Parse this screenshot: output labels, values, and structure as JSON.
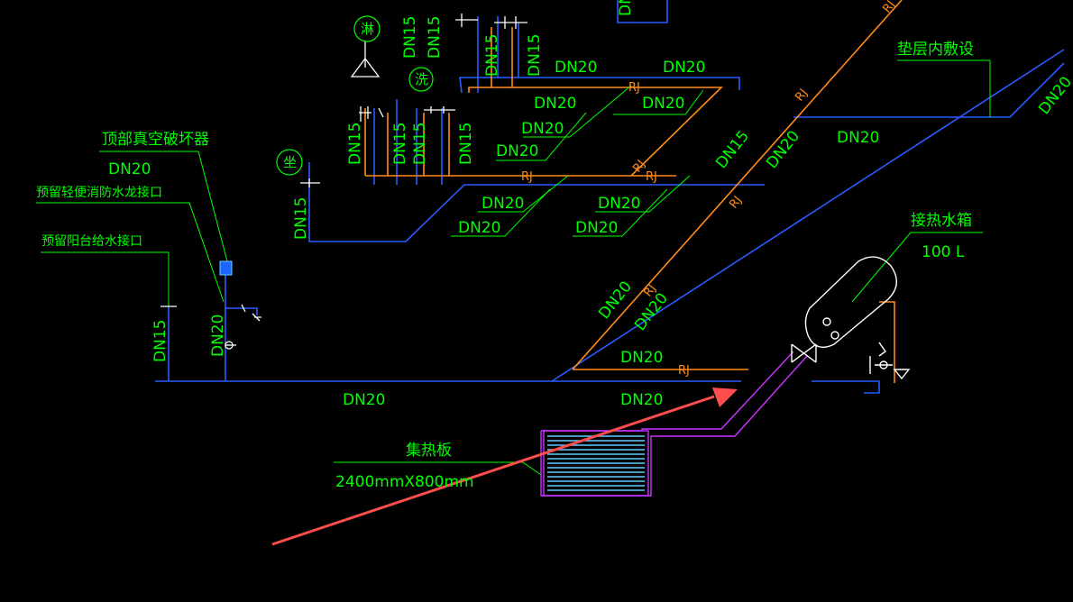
{
  "pipe_labels": {
    "dn15": "DN15",
    "dn20": "DN20",
    "rj": "RJ"
  },
  "annotations": {
    "vacuum_breaker": "顶部真空破坏器",
    "reserved_fire_interface": "预留轻便消防水龙接口",
    "reserved_balcony_supply": "预留阳台给水接口",
    "floor_embedded": "垫层内敷设",
    "heat_tank": "接热水箱",
    "tank_volume": "100 L",
    "collector": "集热板",
    "collector_size": "2400mmX800mm"
  },
  "fixture_symbols": {
    "shower": "淋",
    "wash": "洗",
    "toilet": "坐"
  },
  "colors": {
    "background": "#000000",
    "cold_pipe": "#2a5cff",
    "hot_pipe": "#ff8c1a",
    "text": "#00ff00",
    "solar_loop": "#cc33ff",
    "collector_fill": "#66ccff",
    "arrow": "#ff4d4d",
    "fixture": "#ffffff"
  }
}
